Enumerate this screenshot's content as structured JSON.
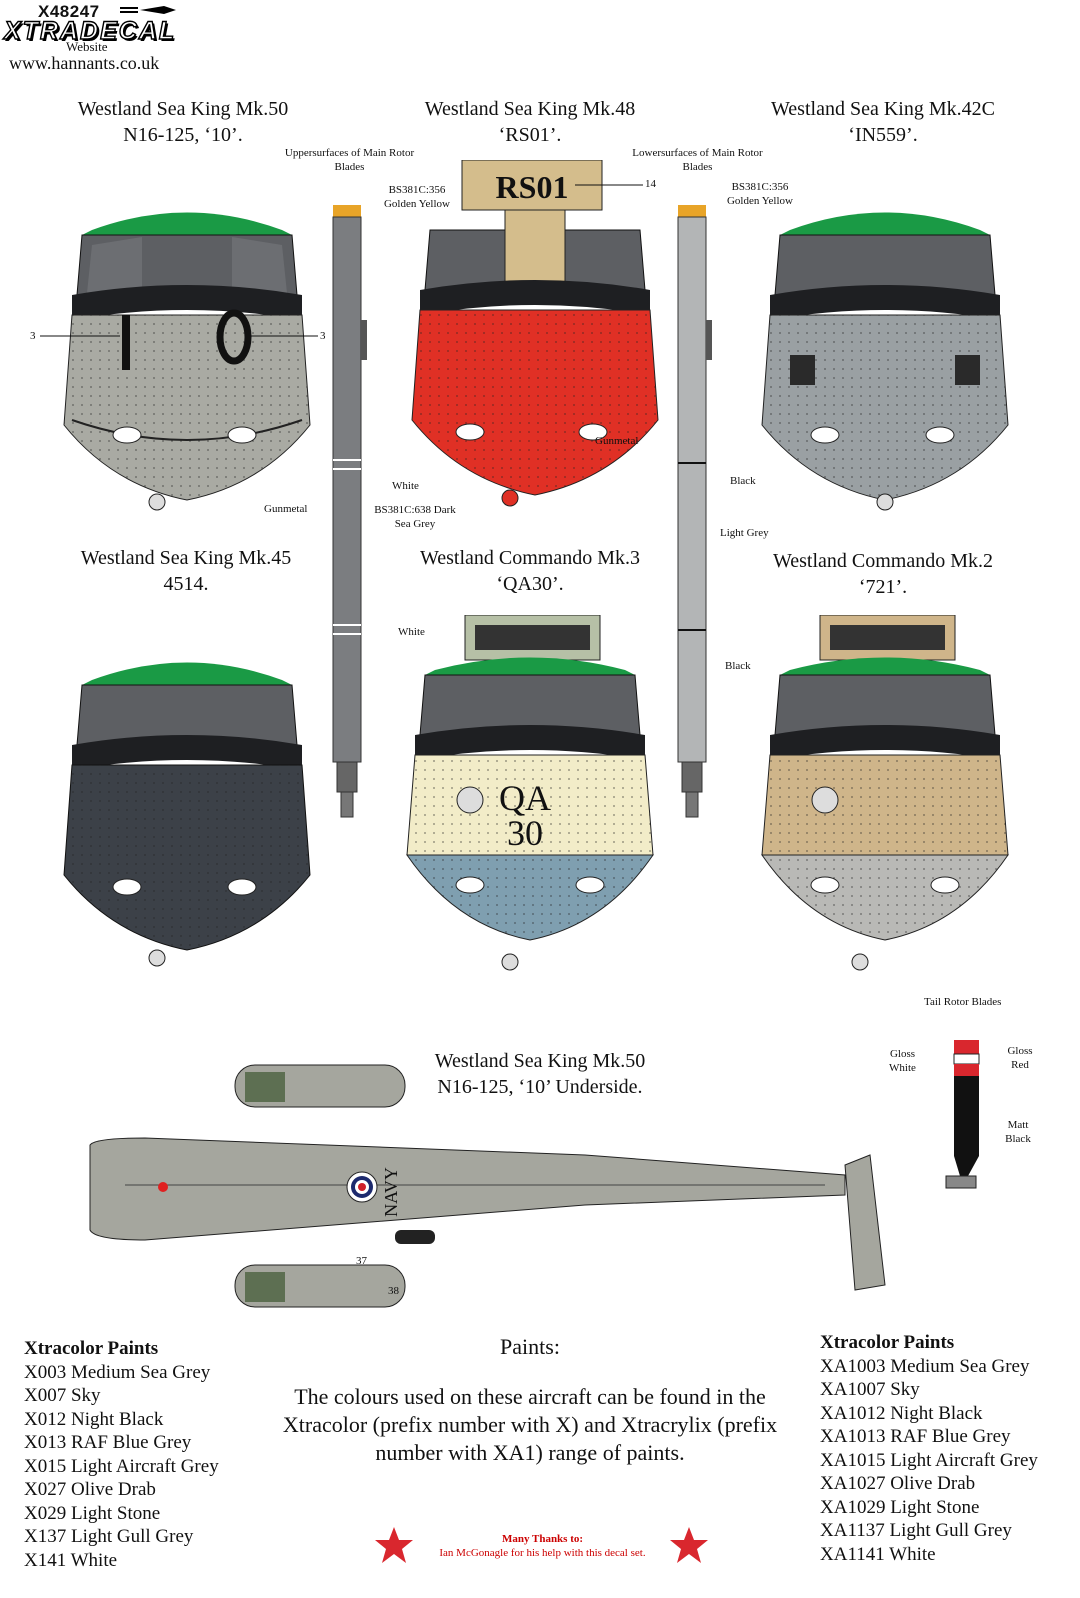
{
  "header": {
    "code": "X48247",
    "brand": "XTRADECAL",
    "website_label": "Website",
    "website_url": "www.hannants.co.uk"
  },
  "aircraft": [
    {
      "name": "Westland Sea King Mk.50",
      "serial": "N16-125, ‘10’.",
      "body_color": "#a9aaa3",
      "markings": "I0"
    },
    {
      "name": "Westland Sea King Mk.48",
      "serial": "‘RS01’.",
      "body_color": "#e03025",
      "markings": "RS01"
    },
    {
      "name": "Westland Sea King Mk.42C",
      "serial": "‘IN559’.",
      "body_color": "#9aa0a3",
      "markings": ""
    },
    {
      "name": "Westland Sea King Mk.45",
      "serial": "4514.",
      "body_color": "#3c4148",
      "markings": ""
    },
    {
      "name": "Westland Commando Mk.3",
      "serial": "‘QA30’.",
      "body_color": "#f2ecc8",
      "markings": "QA\n30"
    },
    {
      "name": "Westland Commando Mk.2",
      "serial": "‘721’.",
      "body_color": "#cfb58a",
      "markings": ""
    }
  ],
  "callouts": {
    "n3_left": "3",
    "n3_right": "3",
    "n14": "14",
    "n37": "37",
    "n38": "38",
    "upper_blades_title": "Uppersurfaces of Main Rotor Blades",
    "lower_blades_title": "Lowersurfaces of Main Rotor Blades",
    "golden_yellow_1": "BS381C:356 Golden Yellow",
    "golden_yellow_2": "BS381C:356 Golden Yellow",
    "white_1": "White",
    "white_2": "White",
    "gunmetal_1": "Gunmetal",
    "gunmetal_2": "Gunmetal",
    "dark_sea_grey": "BS381C:638 Dark Sea Grey",
    "black_1": "Black",
    "black_2": "Black",
    "light_grey": "Light Grey",
    "tail_rotor_title": "Tail Rotor Blades",
    "gloss_white": "Gloss White",
    "gloss_red": "Gloss Red",
    "matt_black": "Matt Black",
    "navy": "NAVY"
  },
  "underside": {
    "name": "Westland Sea King Mk.50",
    "serial": "N16-125, ‘10’ Underside."
  },
  "paints": {
    "left_heading": "Xtracolor Paints",
    "left_items": [
      "X003 Medium Sea Grey",
      "X007 Sky",
      "X012 Night Black",
      "X013 RAF Blue Grey",
      "X015 Light Aircraft Grey",
      "X027 Olive Drab",
      "X029 Light Stone",
      "X137 Light Gull Grey",
      "X141 White"
    ],
    "center_heading": "Paints:",
    "center_text": "The colours used on these aircraft can be found in the Xtracolor (prefix number with X) and Xtracrylix (prefix number with XA1) range of paints.",
    "right_heading": "Xtracolor Paints",
    "right_items": [
      "XA1003 Medium Sea Grey",
      "XA1007 Sky",
      "XA1012 Night Black",
      "XA1013 RAF Blue Grey",
      "XA1015 Light Aircraft Grey",
      "XA1027 Olive Drab",
      "XA1029 Light Stone",
      "XA1137 Light Gull Grey",
      "XA1141 White"
    ]
  },
  "thanks": {
    "title": "Many Thanks to:",
    "text": "Ian McGonagle for his help with this decal set."
  }
}
